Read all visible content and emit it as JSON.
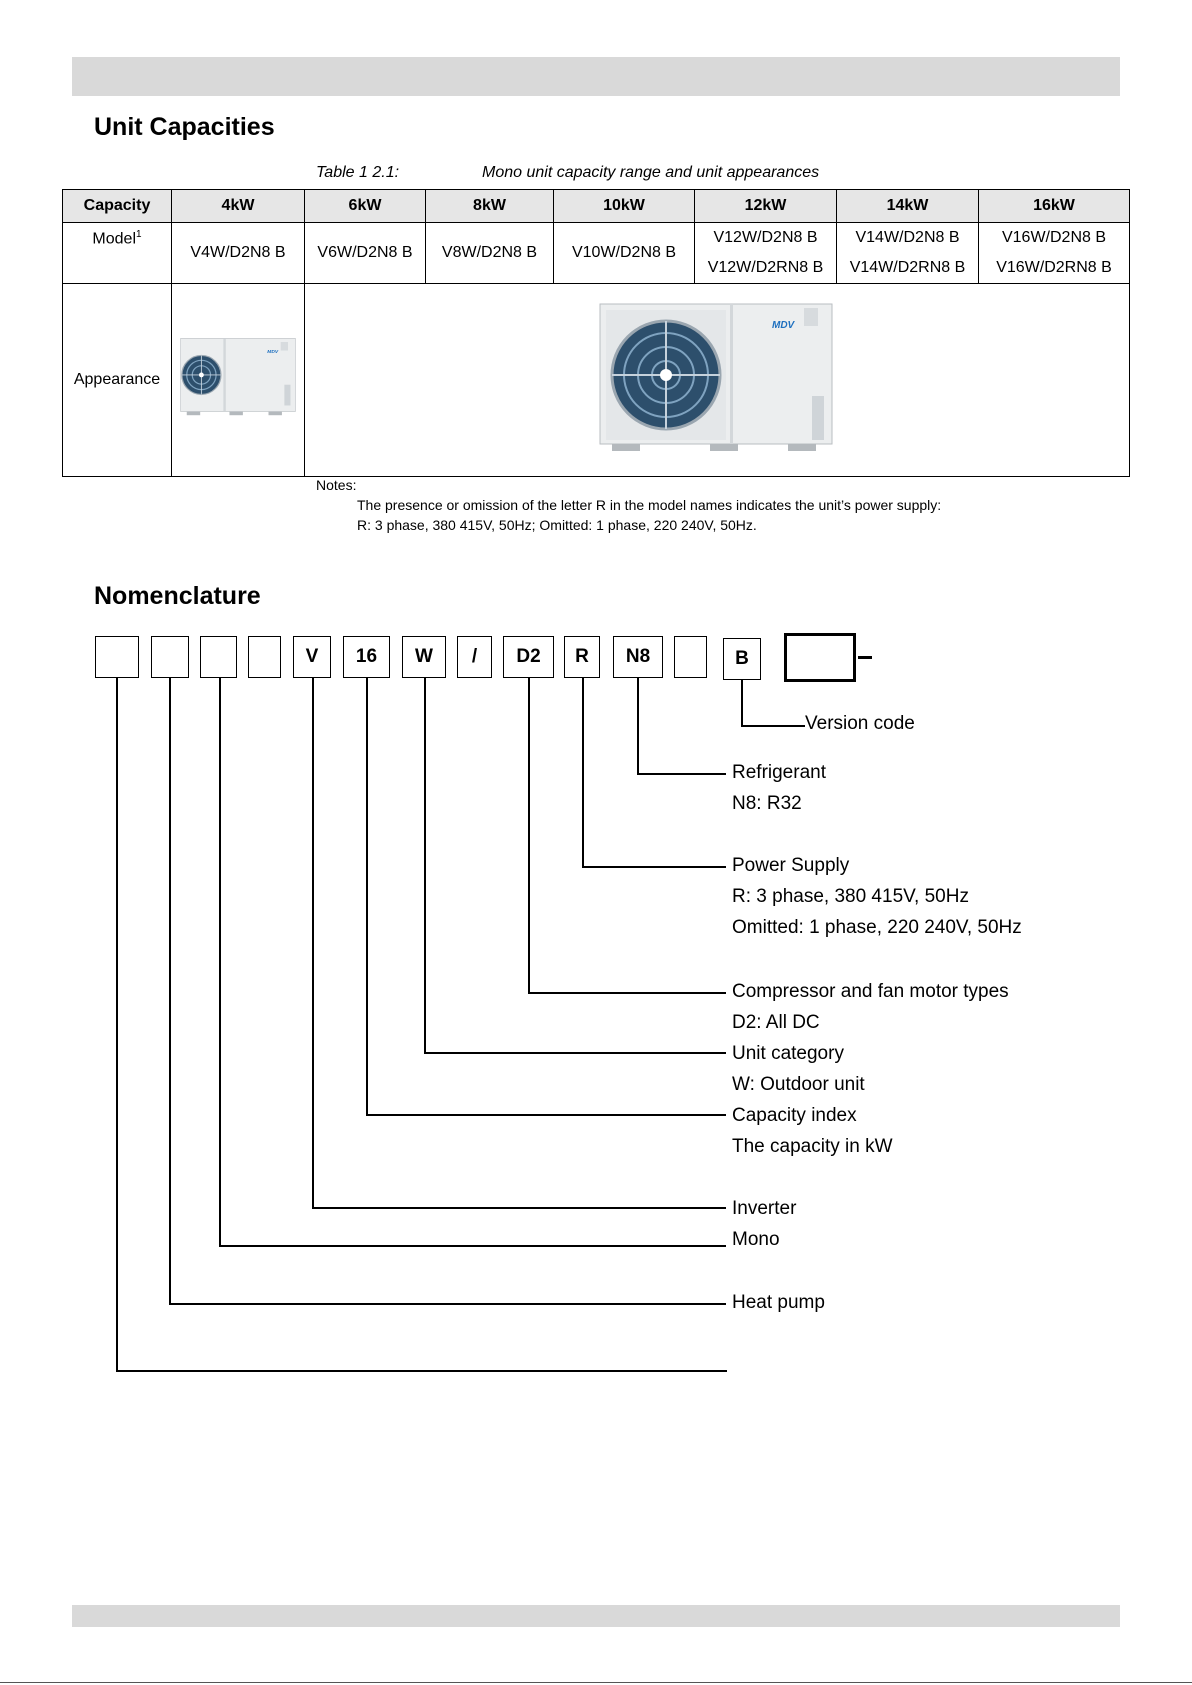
{
  "sections": {
    "capacities_title": "Unit Capacities",
    "nomenclature_title": "Nomenclature"
  },
  "table": {
    "caption_number": "Table 1 2.1:",
    "caption_text": "Mono unit capacity range and unit appearances",
    "capacity_header": "Capacity",
    "capacities": [
      "4kW",
      "6kW",
      "8kW",
      "10kW",
      "12kW",
      "14kW",
      "16kW"
    ],
    "model_header": "Model",
    "model_footnote": "1",
    "models_single": [
      "V4W/D2N8 B",
      "V6W/D2N8 B",
      "V8W/D2N8 B",
      "V10W/D2N8 B"
    ],
    "models_12": [
      "V12W/D2N8 B",
      "V12W/D2RN8 B"
    ],
    "models_14": [
      "V14W/D2N8 B",
      "V14W/D2RN8 B"
    ],
    "models_16": [
      "V16W/D2N8 B",
      "V16W/D2RN8 B"
    ],
    "appearance_header": "Appearance",
    "brand_mark": "MDV"
  },
  "notes": {
    "title": "Notes:",
    "line1": "The presence or omission of the letter R in the model names indicates the unit’s power supply:",
    "line2": "R: 3 phase, 380 415V, 50Hz; Omitted: 1 phase, 220 240V, 50Hz."
  },
  "nomenclature": {
    "boxes": [
      "",
      "",
      "",
      "",
      "V",
      "16",
      "W",
      "/",
      "D2",
      "R",
      "N8",
      "",
      "B",
      ""
    ],
    "labels": {
      "version": "Version code",
      "refrigerant": "Refrigerant",
      "refrigerant_desc": "N8: R32",
      "power": "Power Supply",
      "power_r": "R: 3 phase, 380 415V, 50Hz",
      "power_omitted": "Omitted: 1 phase, 220 240V, 50Hz",
      "compressor": "Compressor and fan motor types",
      "compressor_desc": "D2: All DC",
      "category": "Unit category",
      "category_desc": "W: Outdoor unit",
      "capacity": "Capacity index",
      "capacity_desc": "The capacity in kW",
      "inverter": "Inverter",
      "mono": "Mono",
      "heat_pump": "Heat pump"
    }
  }
}
